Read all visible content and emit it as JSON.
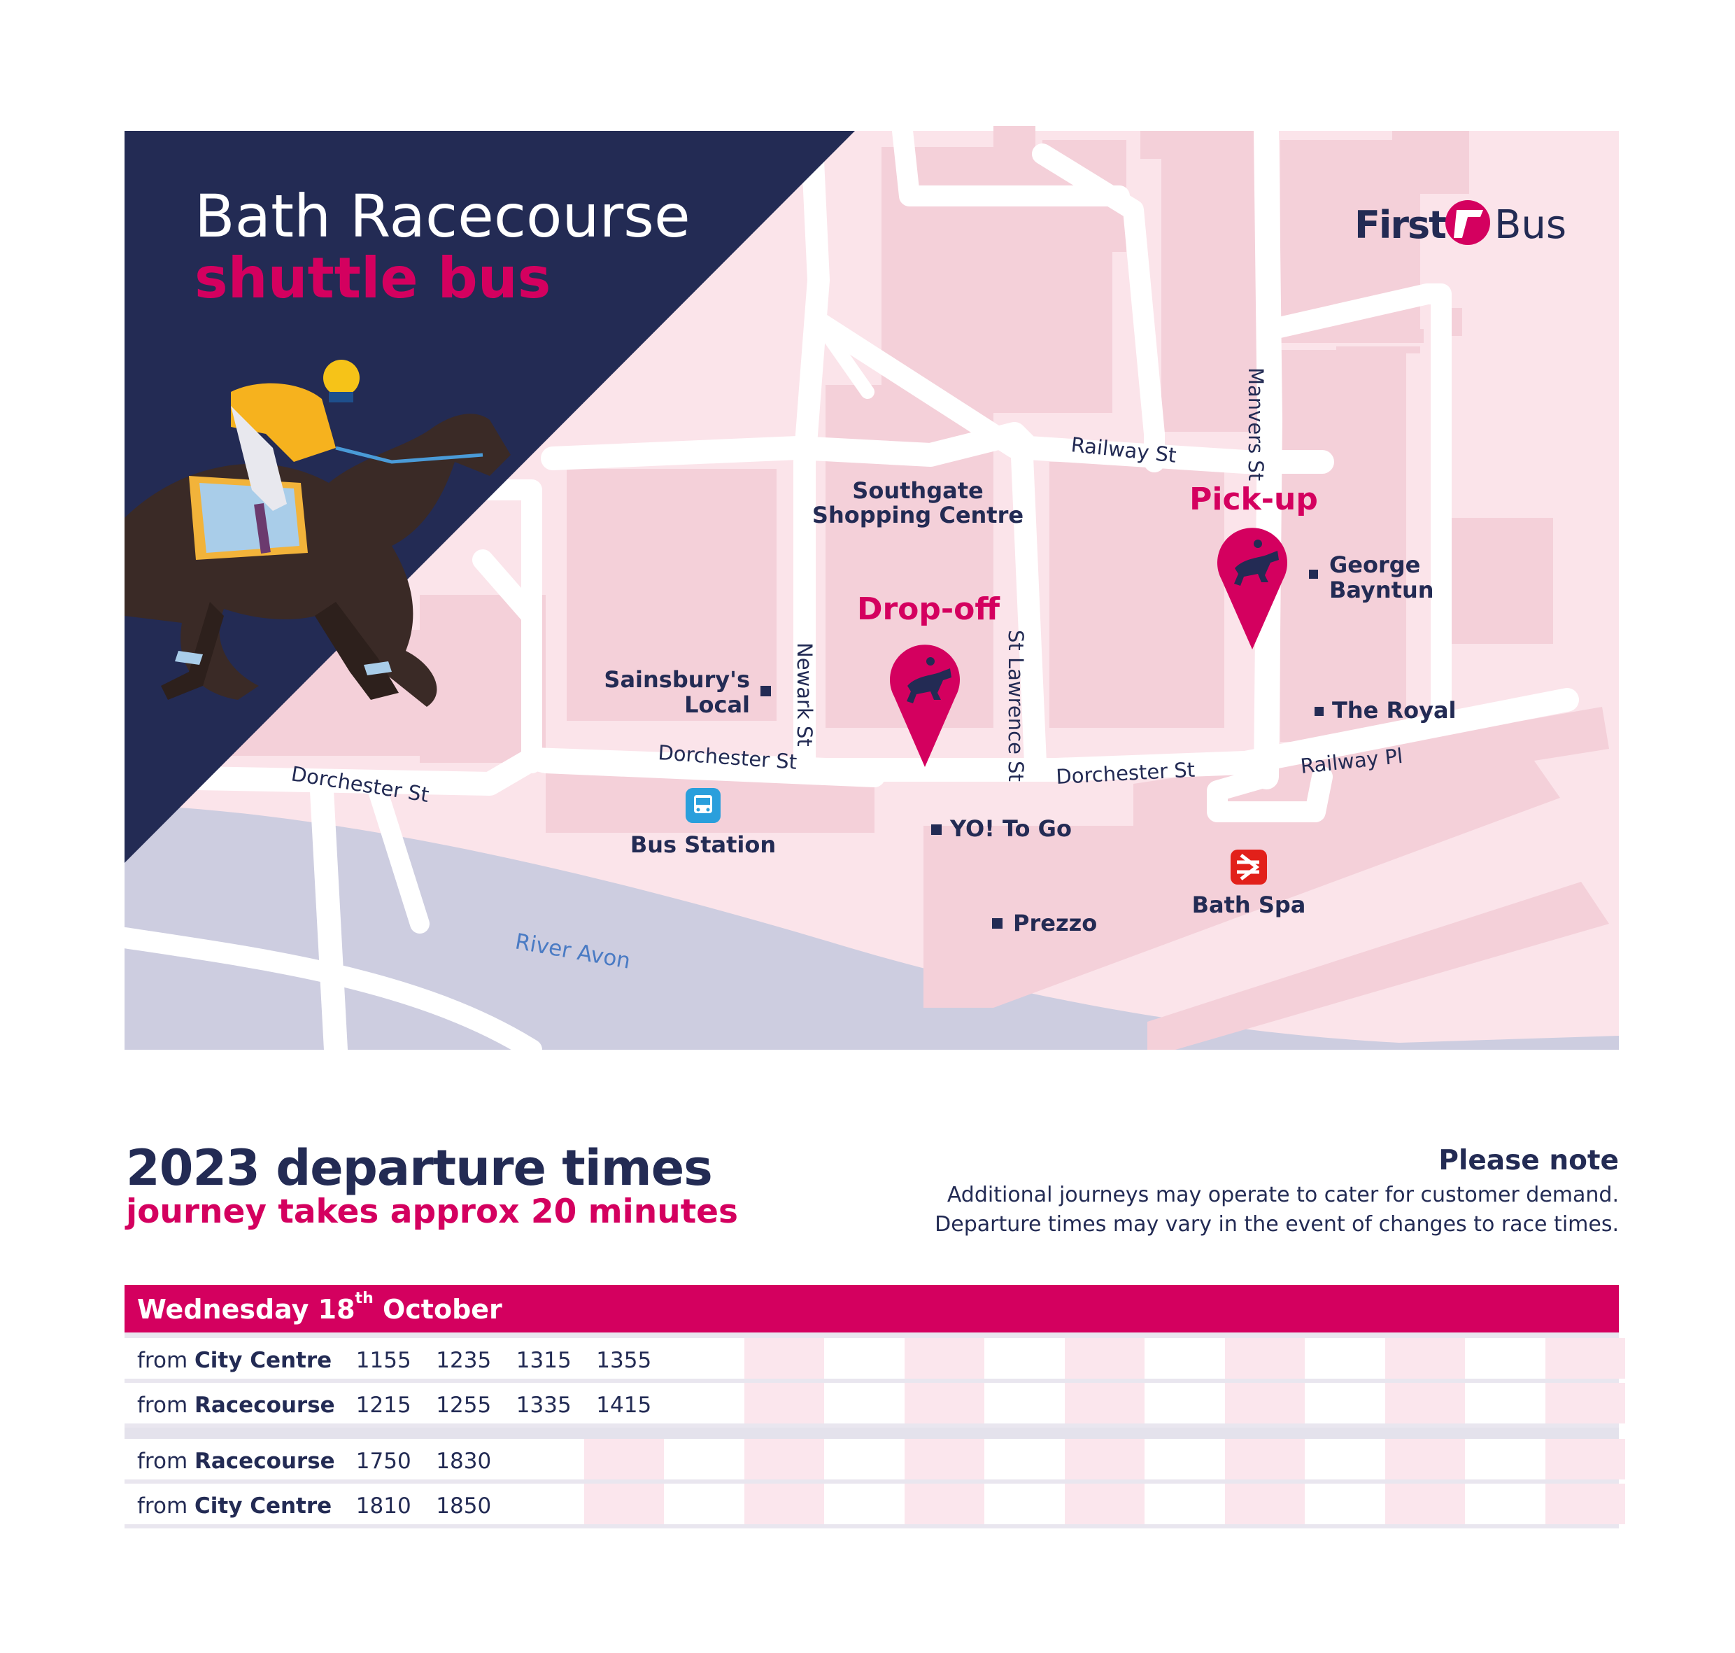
{
  "poster": {
    "title": "Bath Racecourse",
    "subtitle": "shuttle bus",
    "brand_first": "First",
    "brand_bus": "Bus"
  },
  "map": {
    "stops": {
      "pickup": "Pick-up",
      "dropoff": "Drop-off"
    },
    "streets": {
      "dorchester_west": "Dorchester St",
      "dorchester_mid": "Dorchester St",
      "dorchester_east": "Dorchester St",
      "railway_st": "Railway St",
      "railway_pl": "Railway Pl",
      "manvers_st": "Manvers St",
      "newark_st": "Newark St",
      "st_lawrence_st": "St Lawrence St",
      "river": "River Avon"
    },
    "places": {
      "southgate_1": "Southgate",
      "southgate_2": "Shopping Centre",
      "sainsburys_1": "Sainsbury's",
      "sainsburys_2": "Local",
      "bus_station": "Bus Station",
      "yo": "YO! To Go",
      "prezzo": "Prezzo",
      "bath_spa": "Bath Spa",
      "george_1": "George",
      "george_2": "Bayntun",
      "royal": "The Royal"
    },
    "colors": {
      "navy": "#232b54",
      "pink": "#d4005f",
      "block": "#f4d0d9",
      "land": "#fbe4ea",
      "river": "#cdcde0"
    }
  },
  "schedule": {
    "title": "2023 departure times",
    "subtitle": "journey takes approx 20 minutes",
    "note_head": "Please note",
    "note_line1": "Additional journeys may operate to cater for customer demand.",
    "note_line2": "Departure times may vary in the event of changes to race times.",
    "day": "Wednesday 18",
    "day_sup": "th",
    "day_rest": " October",
    "rows": [
      {
        "prefix": "from ",
        "place": "City Centre",
        "times": [
          "1155",
          "1235",
          "1315",
          "1355"
        ]
      },
      {
        "prefix": "from ",
        "place": "Racecourse",
        "times": [
          "1215",
          "1255",
          "1335",
          "1415"
        ]
      },
      {
        "prefix": "from ",
        "place": "Racecourse",
        "times": [
          "1750",
          "1830"
        ]
      },
      {
        "prefix": "from ",
        "place": "City Centre",
        "times": [
          "1810",
          "1850"
        ]
      }
    ]
  }
}
